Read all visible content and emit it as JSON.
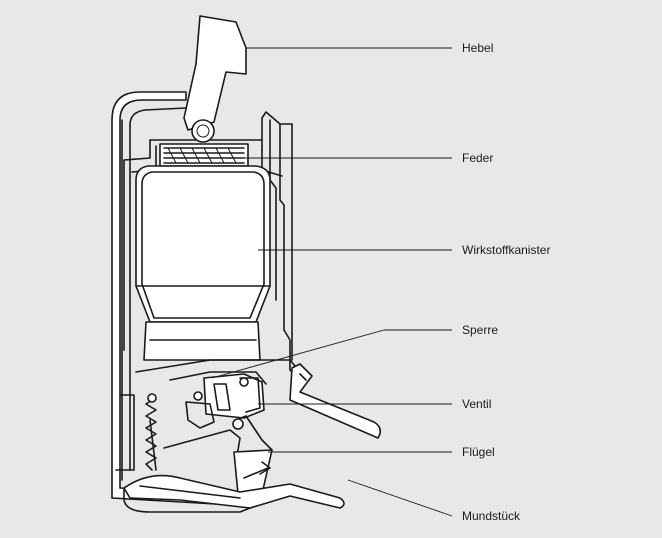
{
  "labels": {
    "hebel": "Hebel",
    "feder": "Feder",
    "wirkstoffkanister": "Wirkstoffkanister",
    "sperre": "Sperre",
    "ventil": "Ventil",
    "fluegel": "Flügel",
    "mundstueck": "Mundstück"
  },
  "colors": {
    "background": "#e8e8e8",
    "line": "#1a1a1a",
    "fill": "#ffffff"
  }
}
